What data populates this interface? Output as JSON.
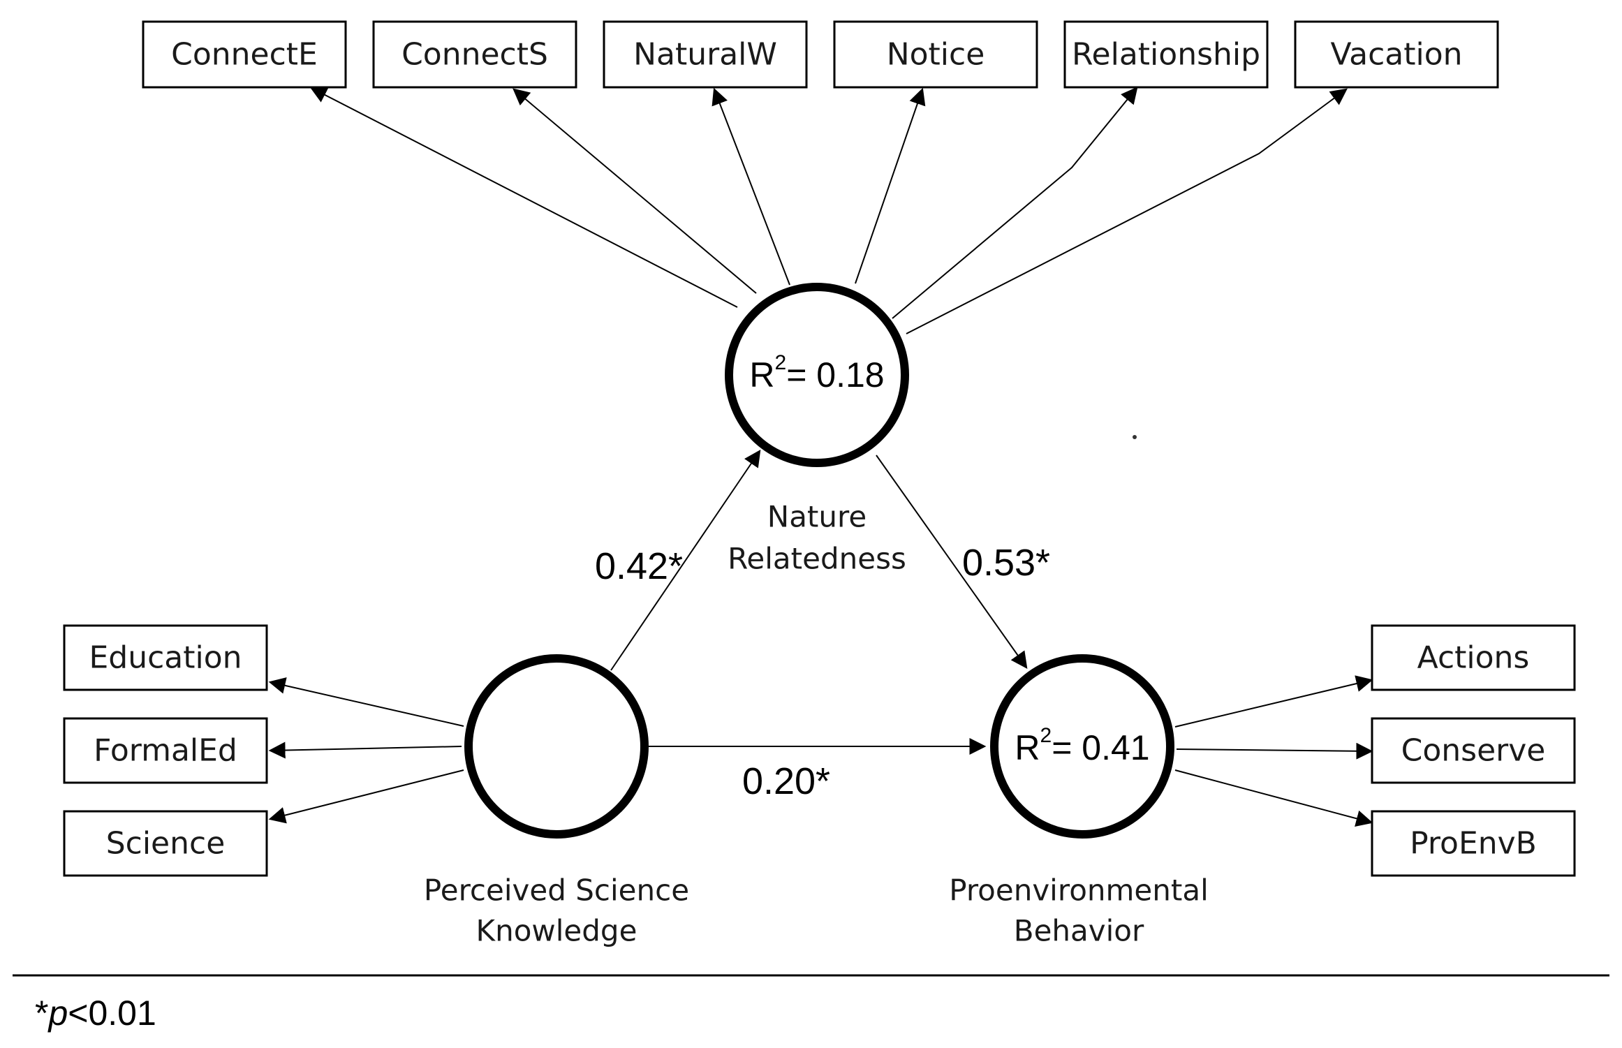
{
  "constructs": {
    "nature": {
      "name_line1": "Nature",
      "name_line2": "Relatedness",
      "r2_prefix": "R",
      "r2_sup": "2",
      "r2_value": "= 0.18"
    },
    "science": {
      "name_line1": "Perceived Science",
      "name_line2": "Knowledge"
    },
    "behavior": {
      "name_line1": "Proenvironmental",
      "name_line2": "Behavior",
      "r2_prefix": "R",
      "r2_sup": "2",
      "r2_value": "= 0.41"
    }
  },
  "indicators": {
    "nature": [
      "ConnectE",
      "ConnectS",
      "NaturalW",
      "Notice",
      "Relationship",
      "Vacation"
    ],
    "science": [
      "Education",
      "FormalEd",
      "Science"
    ],
    "behavior": [
      "Actions",
      "Conserve",
      "ProEnvB"
    ]
  },
  "paths": {
    "science_to_nature": "0.42*",
    "nature_to_behavior": "0.53*",
    "science_to_behavior": "0.20*"
  },
  "footnote": {
    "star": "*",
    "p": "p",
    "rest": "<0.01"
  }
}
